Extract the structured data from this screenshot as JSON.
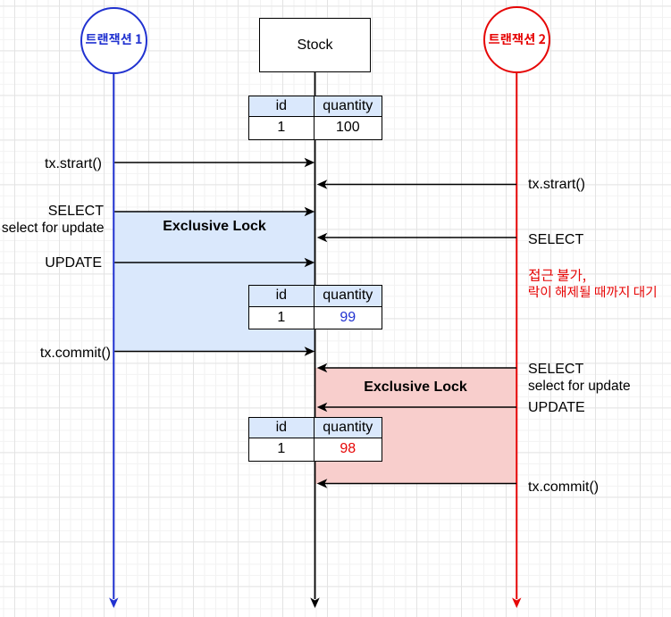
{
  "colors": {
    "actor1_blue": "#2132d0",
    "actor2_red": "#e60606",
    "lock1_fill": "#dae8fc",
    "lock2_fill": "#f8cecc",
    "table_header_fill": "#dae8fc",
    "value_99_color": "#1a34d8",
    "value_98_color": "#d41414",
    "line_black": "#000000"
  },
  "actors": {
    "tx1": {
      "label": "트랜잭션 1"
    },
    "stock": {
      "label": "Stock"
    },
    "tx2": {
      "label": "트랜잭션 2"
    }
  },
  "tables": {
    "initial": {
      "headers": [
        "id",
        "quantity"
      ],
      "row": [
        "1",
        "100"
      ]
    },
    "after_tx1": {
      "headers": [
        "id",
        "quantity"
      ],
      "row": [
        "1",
        "99"
      ]
    },
    "after_tx2": {
      "headers": [
        "id",
        "quantity"
      ],
      "row": [
        "1",
        "98"
      ]
    }
  },
  "messages": {
    "tx1_start": "tx.strart()",
    "tx2_start": "tx.strart()",
    "tx1_select_line1": "SELECT",
    "tx1_select_line2": "select for update",
    "tx2_select": "SELECT",
    "tx1_update": "UPDATE",
    "tx1_commit": "tx.commit()",
    "tx2_select_line1": "SELECT",
    "tx2_select_line2": "select for update",
    "tx2_update": "UPDATE",
    "tx2_commit": "tx.commit()"
  },
  "locks": {
    "tx1": {
      "label": "Exclusive Lock"
    },
    "tx2": {
      "label": "Exclusive Lock"
    }
  },
  "annotation": {
    "line1": "접근 불가,",
    "line2": "락이 해제될 때까지 대기"
  }
}
